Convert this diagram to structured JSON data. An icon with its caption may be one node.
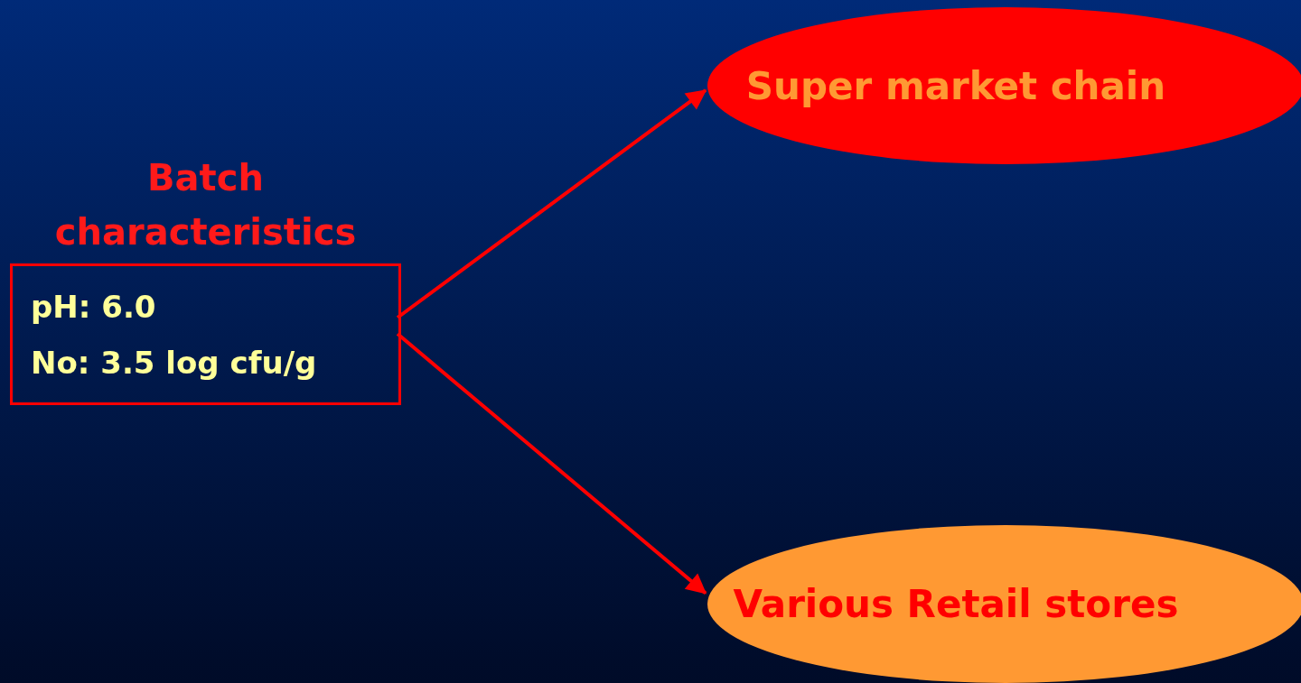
{
  "diagram": {
    "nodes": [
      {
        "text": [
          "Batch characteristics",
          "pH: 6.0",
          "No: 3.5 log cfu/g"
        ]
      },
      {
        "text": [
          "Super market chain"
        ]
      },
      {
        "text": [
          "Various Retail stores"
        ]
      }
    ],
    "edges": [
      {
        "from": 0,
        "to": 1,
        "arrow": "to"
      },
      {
        "from": 0,
        "to": 2,
        "arrow": "to"
      }
    ]
  }
}
